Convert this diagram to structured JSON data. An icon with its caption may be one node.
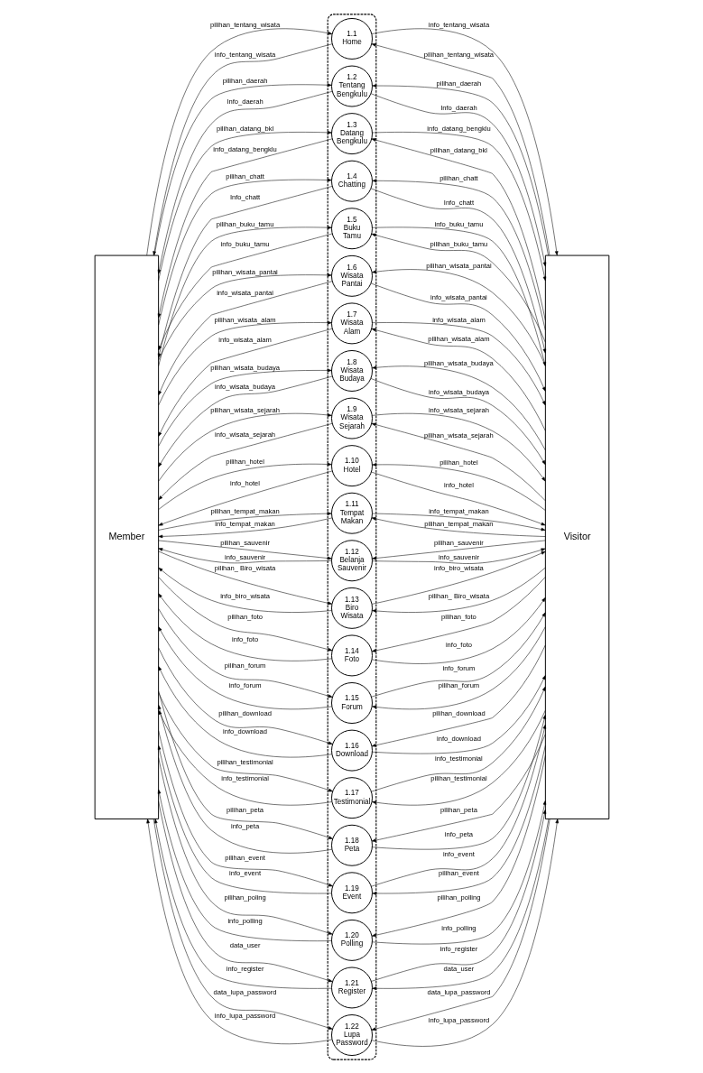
{
  "diagram": {
    "nodes": [
      {
        "text": [
          "Member"
        ]
      },
      {
        "text": [],
        "shape": "box"
      },
      {
        "text": [
          "1.1",
          "Home"
        ],
        "in": 1
      },
      {
        "text": [
          "1.2",
          "Tentang Bengkulu"
        ],
        "in": 1
      },
      {
        "text": [
          "1.3",
          "Datang Bengkulu"
        ],
        "in": 1
      },
      {
        "text": [
          "1.4",
          "Chatting"
        ],
        "in": 1
      },
      {
        "text": [
          "1.5",
          "Buku Tamu"
        ],
        "in": 1
      },
      {
        "text": [
          "1.6",
          "Wisata Pantai"
        ],
        "in": 1
      },
      {
        "text": [
          "1.7",
          "Wisata Alam"
        ],
        "in": 1
      },
      {
        "text": [
          "1.8",
          "Wisata Budaya"
        ],
        "in": 1
      },
      {
        "text": [
          "1.9",
          "Wisata Sejarah"
        ],
        "in": 1
      },
      {
        "text": [
          "1.10",
          "Hotel"
        ],
        "in": 1
      },
      {
        "text": [
          "1.11",
          "Tempat Makan"
        ],
        "in": 1
      },
      {
        "text": [
          "1.12",
          "Belanja Sauvenir"
        ],
        "in": 1
      },
      {
        "text": [
          "1.13",
          "Biro Wisata"
        ],
        "in": 1
      },
      {
        "text": [
          "1.14",
          "Foto"
        ],
        "in": 1
      },
      {
        "text": [
          "1.15",
          "Forum"
        ],
        "in": 1
      },
      {
        "text": [
          "1.16",
          "Download"
        ],
        "in": 1
      },
      {
        "text": [
          "1.17",
          "Testimonial"
        ],
        "in": 1
      },
      {
        "text": [
          "1.18",
          "Peta"
        ],
        "in": 1
      },
      {
        "text": [
          "1.19",
          "Event"
        ],
        "in": 1
      },
      {
        "text": [
          "1.20",
          "Polling"
        ],
        "in": 1
      },
      {
        "text": [
          "1.21",
          "Register"
        ],
        "in": 1
      },
      {
        "text": [
          "1.22",
          "Lupa Password"
        ],
        "in": 1
      },
      {
        "text": [
          "Visitor"
        ]
      }
    ],
    "edges": [
      {
        "from": 2,
        "to": 0,
        "arrow": "to",
        "label": "info_tentang_wisata"
      },
      {
        "from": 0,
        "to": 2,
        "arrow": "to",
        "label": "pilihan_tentang_wisata"
      },
      {
        "from": 3,
        "to": 0,
        "arrow": "to",
        "label": "Info_daerah"
      },
      {
        "from": 0,
        "to": 3,
        "arrow": "to",
        "label": "pilihan_daerah"
      },
      {
        "from": 4,
        "to": 0,
        "arrow": "to",
        "label": "info_datang_bengklu"
      },
      {
        "from": 0,
        "to": 4,
        "arrow": "to",
        "label": "pilihan_datang_bkl"
      },
      {
        "from": 5,
        "to": 0,
        "arrow": "to",
        "label": "Info_chatt"
      },
      {
        "from": 0,
        "to": 5,
        "arrow": "to",
        "label": "pilihan_chatt"
      },
      {
        "from": 6,
        "to": 0,
        "arrow": "to",
        "label": "info_buku_tamu"
      },
      {
        "from": 0,
        "to": 6,
        "arrow": "to",
        "label": "pilihan_buku_tamu"
      },
      {
        "from": 7,
        "to": 0,
        "arrow": "to",
        "label": "info_wisata_pantai"
      },
      {
        "from": 0,
        "to": 7,
        "arrow": "to",
        "label": "pilihan_wisata_pantai"
      },
      {
        "from": 8,
        "to": 0,
        "arrow": "to",
        "label": "info_wisata_alam"
      },
      {
        "from": 0,
        "to": 8,
        "arrow": "to",
        "label": "pilihan_wisata_alam"
      },
      {
        "from": 9,
        "to": 0,
        "arrow": "to",
        "label": "info_wisata_budaya"
      },
      {
        "from": 0,
        "to": 9,
        "arrow": "to",
        "label": "pilihan_wisata_budaya"
      },
      {
        "from": 10,
        "to": 0,
        "arrow": "to",
        "label": "info_wisata_sejarah"
      },
      {
        "from": 0,
        "to": 10,
        "arrow": "to",
        "label": "pilihan_wisata_sejarah"
      },
      {
        "from": 11,
        "to": 0,
        "arrow": "to",
        "label": "info_hotel"
      },
      {
        "from": 0,
        "to": 11,
        "arrow": "to",
        "label": "pilihan_hotel"
      },
      {
        "from": 12,
        "to": 0,
        "arrow": "to",
        "label": "info_tempat_makan"
      },
      {
        "from": 0,
        "to": 12,
        "arrow": "to",
        "label": "pilihan_tempat_makan"
      },
      {
        "from": 13,
        "to": 0,
        "arrow": "to",
        "label": "info_sauvenir"
      },
      {
        "from": 0,
        "to": 13,
        "arrow": "to",
        "label": "pilihan_sauvenir"
      },
      {
        "from": 14,
        "to": 0,
        "arrow": "to",
        "label": "info_biro_wisata"
      },
      {
        "from": 0,
        "to": 14,
        "arrow": "to",
        "label": "pilihan_ Biro_wisata"
      },
      {
        "from": 15,
        "to": 0,
        "arrow": "to",
        "label": "info_foto"
      },
      {
        "from": 0,
        "to": 15,
        "arrow": "to",
        "label": "pilihan_foto"
      },
      {
        "from": 16,
        "to": 0,
        "arrow": "to",
        "label": "info_forum"
      },
      {
        "from": 0,
        "to": 16,
        "arrow": "to",
        "label": "pilihan_forum"
      },
      {
        "from": 17,
        "to": 0,
        "arrow": "to",
        "label": "info_download"
      },
      {
        "from": 0,
        "to": 17,
        "arrow": "to",
        "label": "pilihan_download"
      },
      {
        "from": 18,
        "to": 0,
        "arrow": "to",
        "label": "info_testimonial"
      },
      {
        "from": 0,
        "to": 18,
        "arrow": "to",
        "label": "pilihan_testimonial"
      },
      {
        "from": 19,
        "to": 0,
        "arrow": "to",
        "label": "info_peta"
      },
      {
        "from": 0,
        "to": 19,
        "arrow": "to",
        "label": "pilihan_peta"
      },
      {
        "from": 20,
        "to": 0,
        "arrow": "to",
        "label": "info_event"
      },
      {
        "from": 0,
        "to": 20,
        "arrow": "to",
        "label": "pilihan_event"
      },
      {
        "from": 21,
        "to": 0,
        "arrow": "to",
        "label": "info_polling"
      },
      {
        "from": 0,
        "to": 21,
        "arrow": "to",
        "label": "pilihan_poling"
      },
      {
        "from": 22,
        "to": 0,
        "arrow": "to",
        "label": "info_register"
      },
      {
        "from": 0,
        "to": 22,
        "arrow": "to",
        "label": "data_user"
      },
      {
        "from": 23,
        "to": 0,
        "arrow": "to",
        "label": "info_lupa_password"
      },
      {
        "from": 0,
        "to": 23,
        "arrow": "to",
        "label": "data_lupa_password"
      },
      {
        "from": 24,
        "to": 12,
        "arrow": "to",
        "label": "pilihan_tempat_makan"
      },
      {
        "from": 12,
        "to": 24,
        "arrow": "to",
        "label": "info_tempat_makan"
      },
      {
        "from": 24,
        "to": 11,
        "arrow": "to",
        "label": "pilihan_hotel"
      },
      {
        "from": 11,
        "to": 24,
        "arrow": "to",
        "label": "info_hotel"
      },
      {
        "from": 24,
        "to": 10,
        "arrow": "to",
        "label": "pilihan_wisata_sejarah"
      },
      {
        "from": 10,
        "to": 24,
        "arrow": "to",
        "label": "info_wisata_sejarah"
      },
      {
        "from": 24,
        "to": 9,
        "arrow": "to",
        "label": "pilihan_wisata_budaya"
      },
      {
        "from": 9,
        "to": 24,
        "arrow": "to",
        "label": "info_wisata_budaya"
      },
      {
        "from": 24,
        "to": 8,
        "arrow": "to",
        "label": "pilihan_wisata_alam"
      },
      {
        "from": 8,
        "to": 24,
        "arrow": "to",
        "label": "info_wisata_alam"
      },
      {
        "from": 24,
        "to": 7,
        "arrow": "to",
        "label": "pilihan_wisata_pantai"
      },
      {
        "from": 7,
        "to": 24,
        "arrow": "to",
        "label": "info_wisata_pantai"
      },
      {
        "from": 24,
        "to": 6,
        "arrow": "to",
        "label": "pilihan_buku_tamu"
      },
      {
        "from": 6,
        "to": 24,
        "arrow": "to",
        "label": "info_buku_tamu"
      },
      {
        "from": 24,
        "to": 5,
        "arrow": "to",
        "label": "pilihan_chatt"
      },
      {
        "from": 5,
        "to": 24,
        "arrow": "to",
        "label": "Info_chatt"
      },
      {
        "from": 24,
        "to": 4,
        "arrow": "to",
        "label": "pilihan_datang_bkl"
      },
      {
        "from": 4,
        "to": 24,
        "arrow": "to",
        "label": "info_datang_bengklu"
      },
      {
        "from": 24,
        "to": 3,
        "arrow": "to",
        "label": "pilihan_daerah"
      },
      {
        "from": 3,
        "to": 24,
        "arrow": "to",
        "label": "Info_daerah"
      },
      {
        "from": 24,
        "to": 2,
        "arrow": "to",
        "label": "pilihan_tentang_wisata"
      },
      {
        "from": 2,
        "to": 24,
        "arrow": "to",
        "label": "info_tentang_wisata"
      },
      {
        "from": 24,
        "to": 23,
        "arrow": "to",
        "label": "data_lupa_password"
      },
      {
        "from": 23,
        "to": 24,
        "arrow": "to",
        "label": "info_lupa_password"
      },
      {
        "from": 24,
        "to": 22,
        "arrow": "to",
        "label": "data_user"
      },
      {
        "from": 22,
        "to": 24,
        "arrow": "to",
        "label": "info_register"
      },
      {
        "from": 24,
        "to": 21,
        "arrow": "to",
        "label": "pilihan_polling"
      },
      {
        "from": 21,
        "to": 24,
        "arrow": "to",
        "label": "info_polling"
      },
      {
        "from": 24,
        "to": 20,
        "arrow": "to",
        "label": "pilihan_event"
      },
      {
        "from": 20,
        "to": 24,
        "arrow": "to",
        "label": "info_event"
      },
      {
        "from": 24,
        "to": 19,
        "arrow": "to",
        "label": "pilihan_peta"
      },
      {
        "from": 19,
        "to": 24,
        "arrow": "to",
        "label": "info_peta"
      },
      {
        "from": 24,
        "to": 18,
        "arrow": "to",
        "label": "pilihan_testimonial"
      },
      {
        "from": 18,
        "to": 24,
        "arrow": "to",
        "label": "info_testimonial"
      },
      {
        "from": 24,
        "to": 17,
        "arrow": "to",
        "label": "pilihan_download"
      },
      {
        "from": 17,
        "to": 24,
        "arrow": "to",
        "label": "info_download"
      },
      {
        "from": 24,
        "to": 16,
        "arrow": "to",
        "label": "pilihan_forum"
      },
      {
        "from": 16,
        "to": 24,
        "arrow": "to",
        "label": "info_forum"
      },
      {
        "from": 24,
        "to": 15,
        "arrow": "to",
        "label": "pilihan_foto"
      },
      {
        "from": 15,
        "to": 24,
        "arrow": "to",
        "label": "info_foto"
      },
      {
        "from": 24,
        "to": 14,
        "arrow": "to",
        "label": "pilihan_ Biro_wisata"
      },
      {
        "from": 14,
        "to": 24,
        "arrow": "to",
        "label": "info_biro_wisata"
      },
      {
        "from": 24,
        "to": 13,
        "arrow": "to",
        "label": "pilihan_sauvenir"
      },
      {
        "from": 13,
        "to": 24,
        "arrow": "to",
        "label": "info_sauvenir"
      }
    ]
  }
}
